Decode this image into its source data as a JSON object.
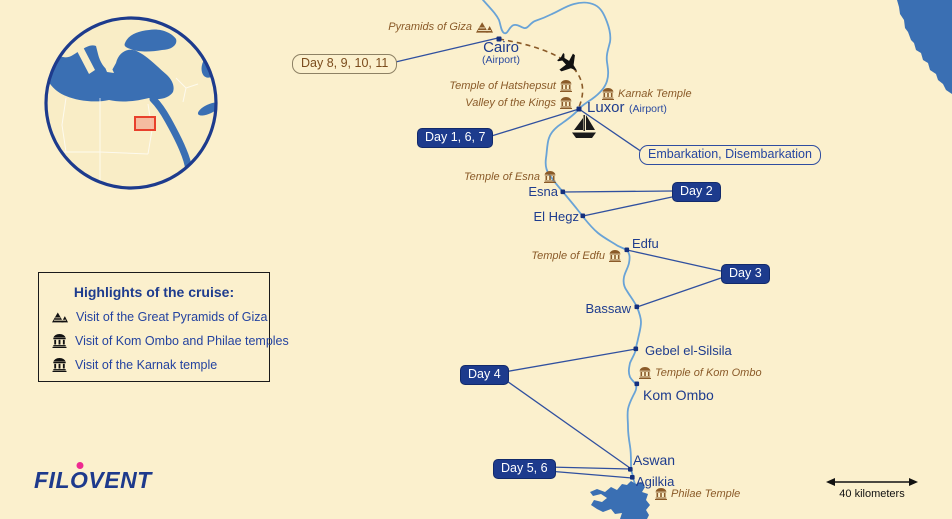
{
  "colors": {
    "background": "#fbf0cd",
    "navy": "#1e3c8e",
    "badge_navy": "#1d3b8d",
    "river_blue": "#69a3d6",
    "sea_blue": "#3a6fb3",
    "brown": "#8a5a28",
    "route_line": "#30509f",
    "locator_red": "#e8402b",
    "logo_pink": "#ee2a90"
  },
  "cities": {
    "cairo": "Cairo",
    "cairo_sub": "(Airport)",
    "luxor": "Luxor",
    "luxor_sub": "(Airport)",
    "esna": "Esna",
    "el_hegz": "El Hegz",
    "edfu": "Edfu",
    "bassaw": "Bassaw",
    "gebel_el_silsila": "Gebel el-Silsila",
    "kom_ombo": "Kom Ombo",
    "aswan": "Aswan",
    "agilkia": "Agilkia"
  },
  "sites": {
    "pyramids_of_giza": "Pyramids of Giza",
    "temple_of_hatshepsut": "Temple of Hatshepsut",
    "valley_of_the_kings": "Valley of the Kings",
    "karnak_temple": "Karnak Temple",
    "temple_of_esna": "Temple of Esna",
    "temple_of_edfu": "Temple of Edfu",
    "temple_of_kom_ombo": "Temple of Kom Ombo",
    "philae_temple": "Philae Temple"
  },
  "badges": {
    "day_8_9_10_11": "Day 8, 9, 10, 11",
    "day_1_6_7": "Day 1, 6, 7",
    "embarkation": "Embarkation, Disembarkation",
    "day_2": "Day 2",
    "day_3": "Day 3",
    "day_4": "Day 4",
    "day_5_6": "Day 5, 6"
  },
  "legend": {
    "title": "Highlights of the cruise:",
    "items": [
      {
        "icon": "pyramids-icon",
        "label": "Visit of the Great Pyramids of Giza"
      },
      {
        "icon": "temple-icon",
        "label": "Visit of Kom Ombo and Philae temples"
      },
      {
        "icon": "temple-icon",
        "label": "Visit of the Karnak temple"
      }
    ]
  },
  "logo": {
    "fil": "FIL",
    "o": "O",
    "vent": "VENT"
  },
  "scale_bar": {
    "label": "40 kilometers"
  }
}
